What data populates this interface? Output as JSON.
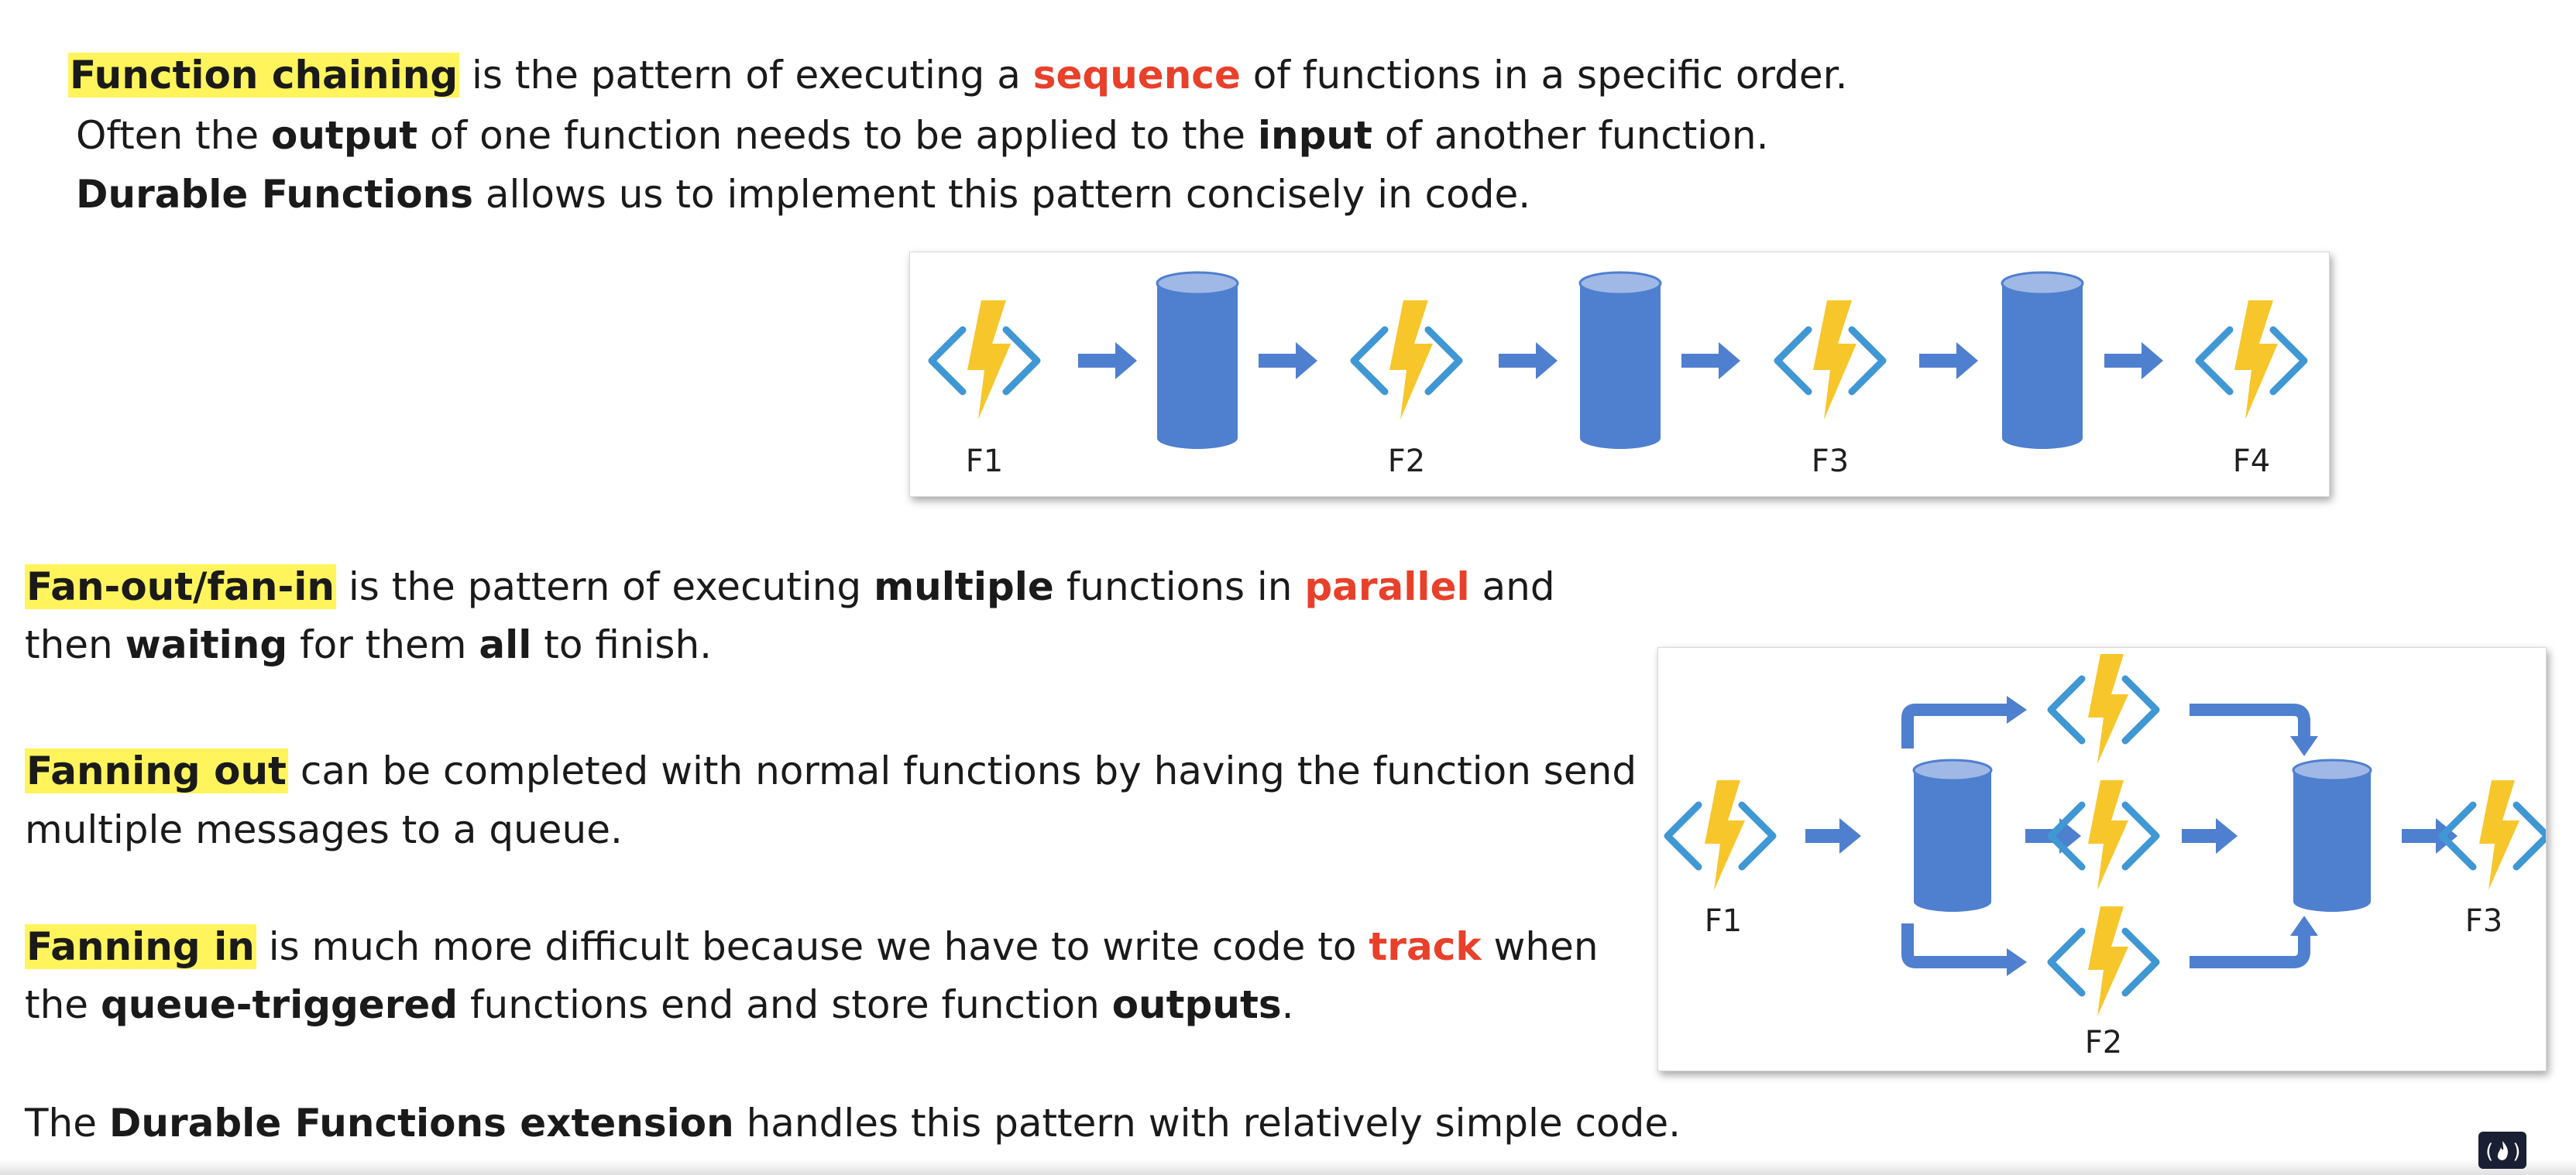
{
  "chaining": {
    "l1": {
      "hl": "Function chaining",
      "t1": " is the pattern of executing a ",
      "red": "sequence",
      "t2": " of functions in a specific order."
    },
    "l2": {
      "t1": "Often the ",
      "b1": "output",
      "t2": " of one function needs to be applied to the ",
      "b2": "input",
      "t3": " of another function."
    },
    "l3": {
      "b1": "Durable Functions",
      "t1": " allows us to implement this pattern concisely in code."
    }
  },
  "chain_diagram": {
    "labels": [
      "F1",
      "F2",
      "F3",
      "F4"
    ]
  },
  "fan": {
    "l1": {
      "hl": "Fan-out/fan-in",
      "t1": " is the pattern of executing ",
      "b1": "multiple",
      "t2": " functions in ",
      "red": "parallel",
      "t3": " and"
    },
    "l2": {
      "t1": "then ",
      "b1": "waiting",
      "t2": " for them ",
      "b2": "all",
      "t3": " to finish."
    },
    "l3": {
      "hl": "Fanning out",
      "t1": " can be completed with normal functions by having the function send"
    },
    "l4": {
      "t1": "multiple messages to a queue."
    },
    "l5": {
      "hl": "Fanning in",
      "t1": " is much more difficult because we have to write code to ",
      "red": "track",
      "t2": " when"
    },
    "l6": {
      "t1": "the ",
      "b1": "queue-triggered",
      "t2": " functions end and store function ",
      "b2": "outputs",
      "t3": "."
    },
    "l7": {
      "t1": "The ",
      "b1": "Durable Functions extension",
      "t2": " handles this pattern with relatively simple code."
    }
  },
  "fan_diagram": {
    "labels": [
      "F1",
      "F2",
      "F3"
    ]
  },
  "colors": {
    "highlight": "#fff45c",
    "accent_red": "#e8402a",
    "queue_blue": "#4f7fcf",
    "arrow_blue": "#4f7fcf",
    "bracket_blue": "#3f97d3",
    "bolt_yellow": "#f7c62b"
  },
  "icons": [
    "azure-function-icon",
    "queue-icon",
    "arrow-right-icon",
    "freecodecamp-logo"
  ]
}
